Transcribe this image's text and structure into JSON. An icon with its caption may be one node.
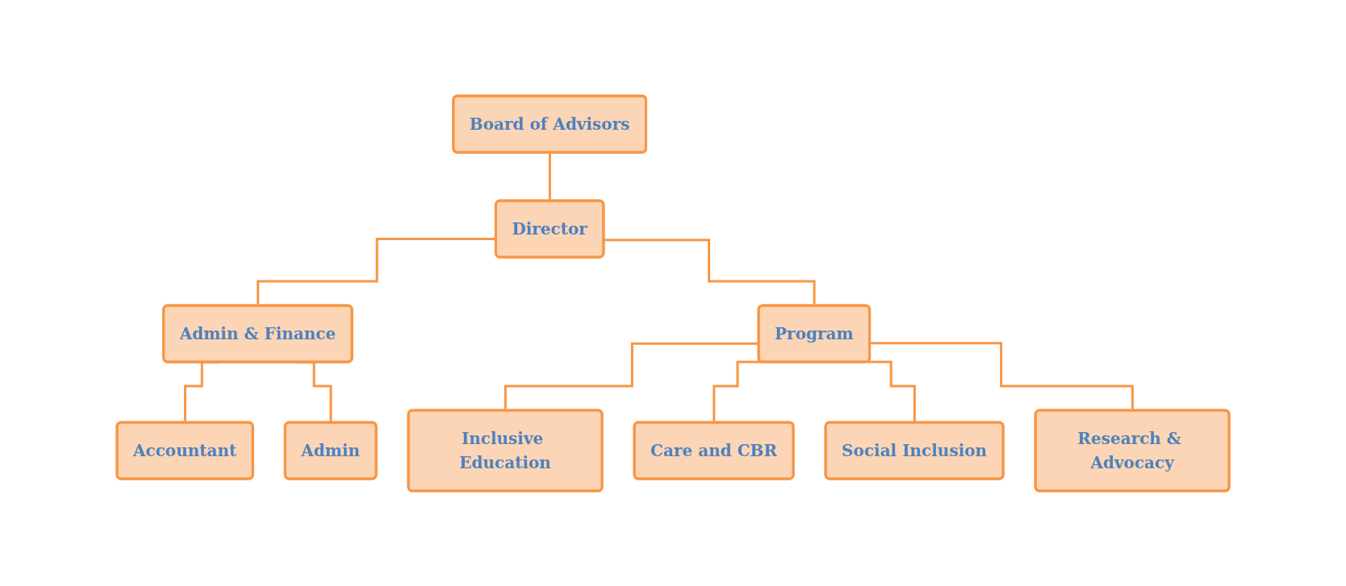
{
  "diagram": {
    "nodes": [
      {
        "text": [
          "Board of Advisors"
        ]
      },
      {
        "text": [
          "Director"
        ]
      },
      {
        "text": [
          "Admin & Finance"
        ]
      },
      {
        "text": [
          "Program"
        ]
      },
      {
        "text": [
          "Accountant"
        ]
      },
      {
        "text": [
          "Admin"
        ]
      },
      {
        "text": [
          "Inclusive Education"
        ]
      },
      {
        "text": [
          "Care and CBR"
        ]
      },
      {
        "text": [
          "Social Inclusion"
        ]
      },
      {
        "text": [
          "Research & Advocacy"
        ]
      }
    ],
    "edges": [
      {
        "from": 0,
        "to": 1,
        "arrow": "none"
      },
      {
        "from": 1,
        "to": 2,
        "arrow": "none"
      },
      {
        "from": 1,
        "to": 3,
        "arrow": "none"
      },
      {
        "from": 2,
        "to": 4,
        "arrow": "none"
      },
      {
        "from": 2,
        "to": 5,
        "arrow": "none"
      },
      {
        "from": 3,
        "to": 6,
        "arrow": "none"
      },
      {
        "from": 3,
        "to": 7,
        "arrow": "none"
      },
      {
        "from": 3,
        "to": 8,
        "arrow": "none"
      },
      {
        "from": 3,
        "to": 9,
        "arrow": "none"
      }
    ]
  }
}
